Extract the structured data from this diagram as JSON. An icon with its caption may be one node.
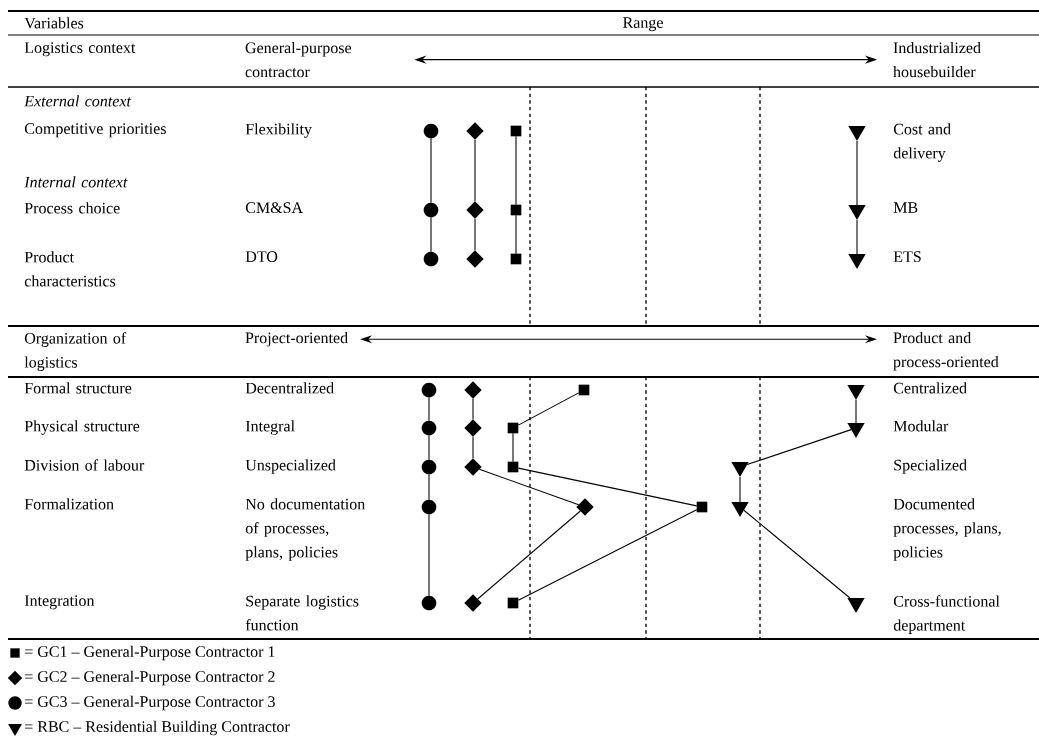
{
  "diagram": {
    "nodes": [
      {
        "text": [
          "General-purpose contractor"
        ]
      },
      {
        "text": [
          "Industrialized housebuilder"
        ]
      },
      {
        "text": [],
        "shape": "circle"
      },
      {
        "text": [],
        "shape": "diamond"
      },
      {
        "text": [],
        "shape": "box"
      },
      {
        "text": [],
        "shape": "triangle"
      },
      {
        "text": [],
        "shape": "circle"
      },
      {
        "text": [],
        "shape": "diamond"
      },
      {
        "text": [],
        "shape": "box"
      },
      {
        "text": [],
        "shape": "triangle"
      },
      {
        "text": [],
        "shape": "circle"
      },
      {
        "text": [],
        "shape": "diamond"
      },
      {
        "text": [],
        "shape": "box"
      },
      {
        "text": [],
        "shape": "triangle"
      },
      {
        "text": [
          "Project-oriented"
        ]
      },
      {
        "text": [
          "Product and process-oriented"
        ]
      },
      {
        "text": [],
        "shape": "circle"
      },
      {
        "text": [],
        "shape": "diamond"
      },
      {
        "text": [],
        "shape": "box"
      },
      {
        "text": [],
        "shape": "triangle"
      },
      {
        "text": [],
        "shape": "circle"
      },
      {
        "text": [],
        "shape": "diamond"
      },
      {
        "text": [],
        "shape": "box"
      },
      {
        "text": [],
        "shape": "triangle"
      },
      {
        "text": [],
        "shape": "circle"
      },
      {
        "text": [],
        "shape": "diamond"
      },
      {
        "text": [],
        "shape": "box"
      },
      {
        "text": [],
        "shape": "triangle"
      },
      {
        "text": [],
        "shape": "circle"
      },
      {
        "text": [],
        "shape": "diamond"
      },
      {
        "text": [],
        "shape": "box"
      },
      {
        "text": [],
        "shape": "triangle"
      },
      {
        "text": [],
        "shape": "circle"
      },
      {
        "text": [],
        "shape": "diamond"
      },
      {
        "text": [],
        "shape": "box"
      },
      {
        "text": [],
        "shape": "triangle"
      }
    ],
    "edges": [
      {
        "from": 0,
        "to": 1,
        "arrow": "both"
      },
      {
        "from": 2,
        "to": 6,
        "arrow": "none"
      },
      {
        "from": 6,
        "to": 10,
        "arrow": "none"
      },
      {
        "from": 3,
        "to": 7,
        "arrow": "none"
      },
      {
        "from": 7,
        "to": 11,
        "arrow": "none"
      },
      {
        "from": 4,
        "to": 8,
        "arrow": "none"
      },
      {
        "from": 8,
        "to": 12,
        "arrow": "none"
      },
      {
        "from": 5,
        "to": 9,
        "arrow": "none"
      },
      {
        "from": 9,
        "to": 13,
        "arrow": "none"
      },
      {
        "from": 14,
        "to": 15,
        "arrow": "both"
      },
      {
        "from": 16,
        "to": 20,
        "arrow": "none"
      },
      {
        "from": 20,
        "to": 24,
        "arrow": "none"
      },
      {
        "from": 24,
        "to": 28,
        "arrow": "none"
      },
      {
        "from": 28,
        "to": 32,
        "arrow": "none"
      },
      {
        "from": 17,
        "to": 21,
        "arrow": "none"
      },
      {
        "from": 21,
        "to": 25,
        "arrow": "none"
      },
      {
        "from": 25,
        "to": 29,
        "arrow": "none"
      },
      {
        "from": 29,
        "to": 33,
        "arrow": "none"
      },
      {
        "from": 18,
        "to": 22,
        "arrow": "none"
      },
      {
        "from": 22,
        "to": 26,
        "arrow": "none"
      },
      {
        "from": 26,
        "to": 30,
        "arrow": "none"
      },
      {
        "from": 30,
        "to": 34,
        "arrow": "none"
      },
      {
        "from": 19,
        "to": 23,
        "arrow": "none"
      },
      {
        "from": 23,
        "to": 27,
        "arrow": "none"
      },
      {
        "from": 27,
        "to": 31,
        "arrow": "none"
      },
      {
        "from": 31,
        "to": 35,
        "arrow": "none"
      }
    ],
    "labels": [
      "Variables",
      "Range",
      "Logistics context",
      "External context",
      "Competitive priorities",
      "Flexibility",
      "Cost and delivery",
      "Internal context",
      "Process choice",
      "CM&SA",
      "MB",
      "Product characteristics",
      "DTO",
      "ETS",
      "Organization of logistics",
      "Formal structure",
      "Decentralized",
      "Centralized",
      "Physical structure",
      "Integral",
      "Modular",
      "Division of labour",
      "Unspecialized",
      "Specialized",
      "Formalization",
      "No documentation of processes, plans, policies",
      "Documented processes, plans, policies",
      "Integration",
      "Separate logistics function",
      "Cross-functional department"
    ],
    "legend": [
      {
        "text": "= GC1 – General-Purpose Contractor 1"
      },
      {
        "text": "= GC2 – General-Purpose Contractor 2"
      },
      {
        "text": "= GC3 – General-Purpose Contractor 3"
      },
      {
        "text": "= RBC – Residential Building Contractor"
      }
    ]
  }
}
